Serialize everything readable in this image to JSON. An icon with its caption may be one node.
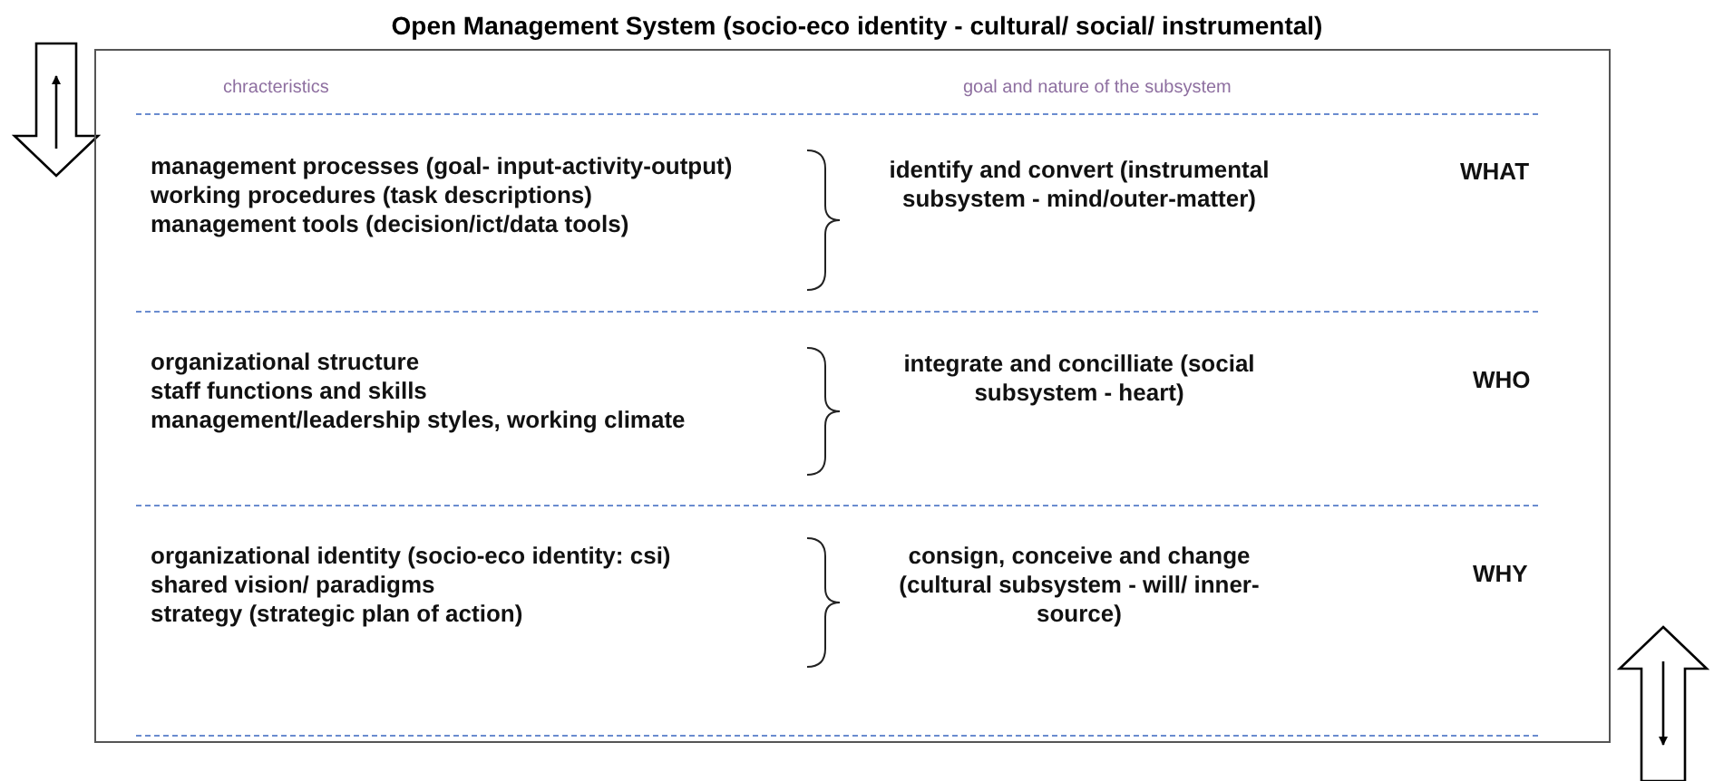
{
  "diagram": {
    "title": "Open Management System (socio-eco identity - cultural/ social/ instrumental)",
    "nodes": [
      {
        "text": [
          "chracteristics",
          "goal and nature of the subsystem",
          "management processes (goal- input-activity-output)",
          "working procedures (task descriptions)",
          "management tools (decision/ict/data tools)",
          "identify and convert (instrumental subsystem - mind/outer-matter)",
          "WHAT",
          "organizational structure",
          "staff functions and skills",
          "management/leadership styles, working climate",
          "integrate and concilliate (social subsystem - heart)",
          "WHO",
          "organizational identity (socio-eco identity: csi)",
          "shared vision/ paradigms",
          "strategy (strategic plan of action)",
          "consign, conceive and change (cultural subsystem - will/ inner-source)",
          "WHY"
        ]
      }
    ],
    "edges": []
  }
}
